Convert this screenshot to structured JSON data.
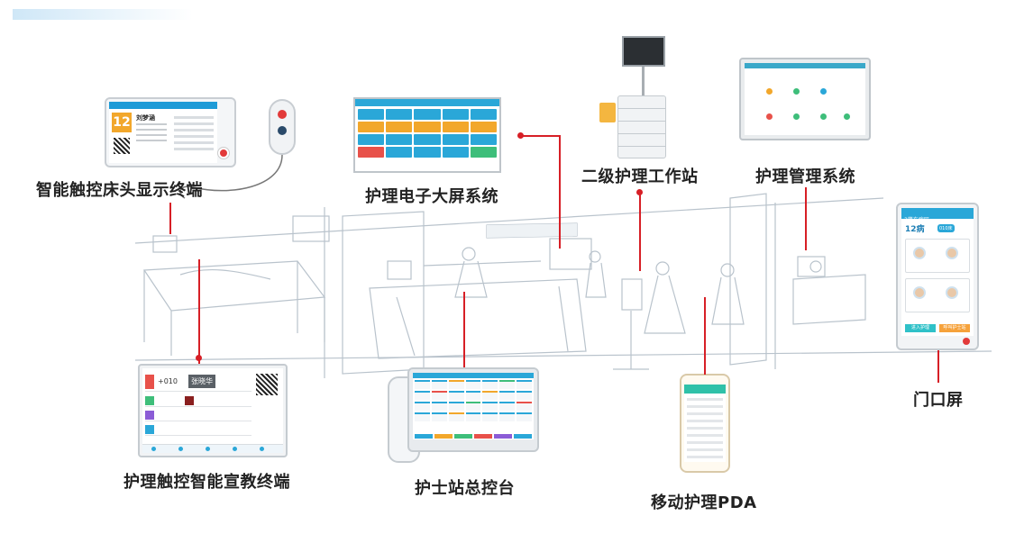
{
  "labels": {
    "bedside_terminal": "智能触控床头显示终端",
    "big_screen": "护理电子大屏系统",
    "workstation": "二级护理工作站",
    "management": "护理管理系统",
    "door_screen": "门口屏",
    "education_terminal": "护理触控智能宣教终端",
    "nurse_console": "护士站总控台",
    "mobile_pda": "移动护理PDA"
  },
  "bedside_screen": {
    "bed_number": "12",
    "patient_name": "刘梦涵"
  },
  "door_screen": {
    "title": "3楼东病区",
    "room": "12病",
    "room_range": "010床",
    "enter_label": "进入护理",
    "call_label": "呼叫护士站"
  },
  "education_screen": {
    "bed": "+010",
    "patient_name": "张晓华"
  },
  "colors": {
    "accent_red": "#d71f26",
    "screen_blue": "#2aa7d8",
    "label_text": "#222222"
  }
}
